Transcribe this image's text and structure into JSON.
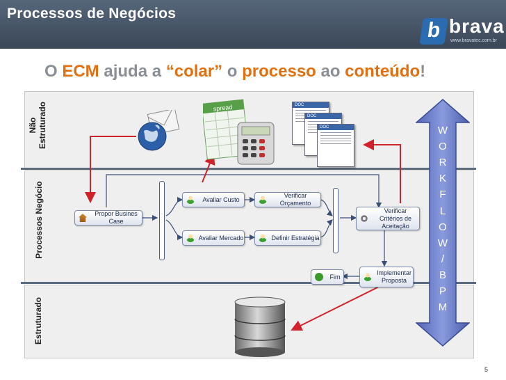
{
  "header": {
    "title": "Processos de Negócios",
    "logo": {
      "badge_letter": "b",
      "word": "brava",
      "url": "www.bravatec.com.br"
    }
  },
  "subtitle": {
    "parts": [
      {
        "text": "O ",
        "color": "gray"
      },
      {
        "text": "ECM",
        "color": "orange"
      },
      {
        "text": " ajuda a ",
        "color": "gray"
      },
      {
        "text": "“colar”",
        "color": "orange"
      },
      {
        "text": " o ",
        "color": "gray"
      },
      {
        "text": "processo",
        "color": "orange"
      },
      {
        "text": " ao ",
        "color": "gray"
      },
      {
        "text": "conteúdo",
        "color": "orange"
      },
      {
        "text": "!",
        "color": "gray"
      }
    ]
  },
  "lanes": {
    "top_line1": "Não",
    "top_line2": "Estruturado",
    "middle": "Processos Negócio",
    "bottom": "Estruturado"
  },
  "nodes": {
    "propor": "Propor Busines Case",
    "avaliar_custo": "Avaliar Custo",
    "verificar_orcamento": "Verificar Orçamento",
    "avaliar_mercado": "Avaliar Mercado",
    "definir_estrategia": "Definir Estratégia",
    "verificar_criterios": "Verificar Critérios de Aceitação",
    "implementar": "Implementar Proposta",
    "fim": "Fim"
  },
  "icons": {
    "spreadsheet": "spread",
    "doc_label": "DOC"
  },
  "workflow": {
    "letters": [
      "W",
      "O",
      "R",
      "K",
      "F",
      "L",
      "O",
      "W",
      "/",
      "B",
      "P",
      "M"
    ],
    "color": "#6a7dc8"
  },
  "page_number": "5",
  "colors": {
    "header": "#4a5868",
    "accent_orange": "#e07010",
    "arrow_red": "#d0222a"
  }
}
